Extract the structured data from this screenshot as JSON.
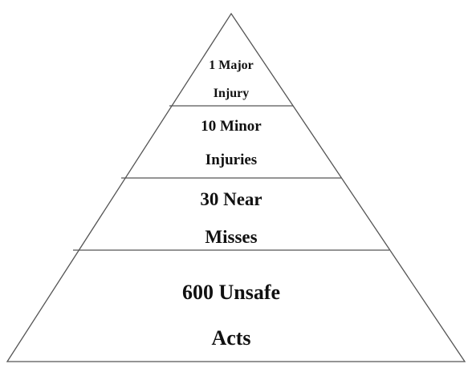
{
  "diagram": {
    "tiers": [
      {
        "lines": [
          "1 Major",
          "Injury"
        ]
      },
      {
        "lines": [
          "10 Minor",
          "Injuries"
        ]
      },
      {
        "lines": [
          "30 Near",
          "Misses"
        ]
      },
      {
        "lines": [
          "600 Unsafe",
          "Acts"
        ]
      }
    ],
    "colors": {
      "outline": "#555555",
      "text": "#111111",
      "background": "#ffffff"
    }
  }
}
